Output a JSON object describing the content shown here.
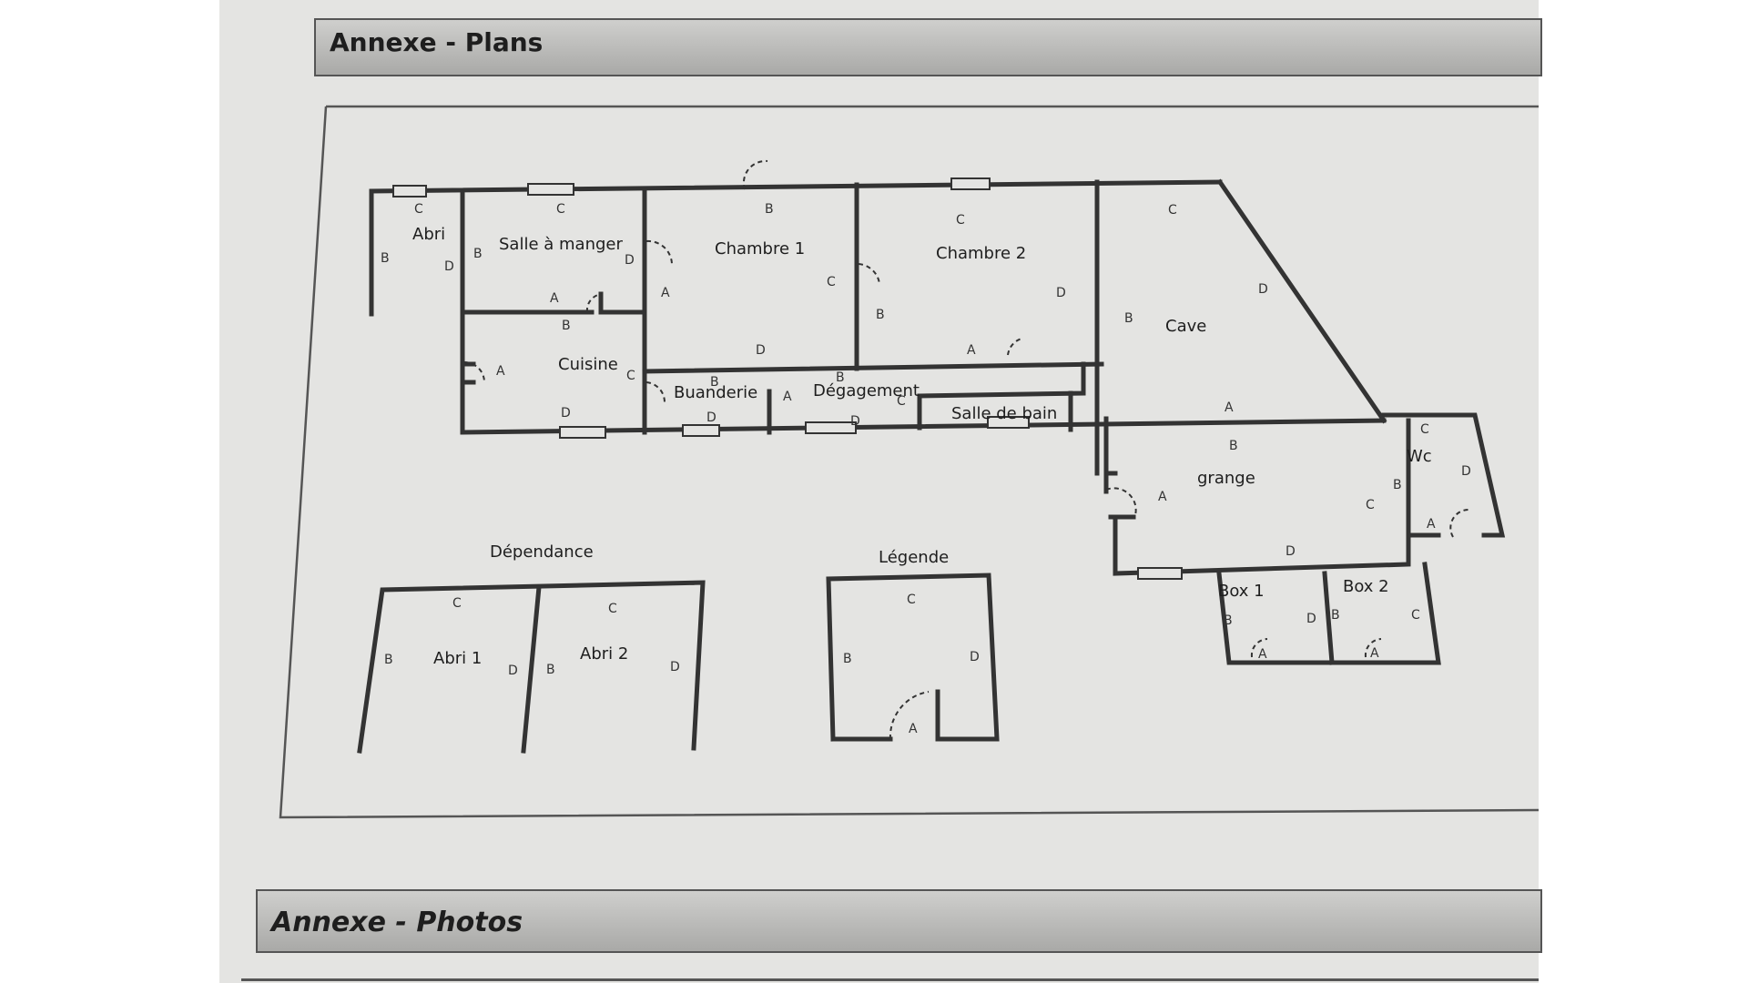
{
  "sections": {
    "plans_title": "Annexe  - Plans",
    "photos_title": "Annexe - Photos"
  },
  "rooms": {
    "abri": "Abri",
    "salle_a_manger": "Salle à manger",
    "chambre_1": "Chambre 1",
    "chambre_2": "Chambre 2",
    "cave": "Cave",
    "cuisine": "Cuisine",
    "buanderie": "Buanderie",
    "degagement": "Dégagement",
    "salle_de_bain": "Salle de bain",
    "grange": "grange",
    "wc": "Wc",
    "box_1": "Box 1",
    "box_2": "Box 2",
    "abri_1": "Abri 1",
    "abri_2": "Abri 2"
  },
  "dependance": {
    "title": "Dépendance"
  },
  "legende": {
    "title": "Légende",
    "a": "A",
    "b": "B",
    "c": "C",
    "d": "D"
  },
  "walls": {
    "a": "A",
    "b": "B",
    "c": "C",
    "d": "D"
  }
}
